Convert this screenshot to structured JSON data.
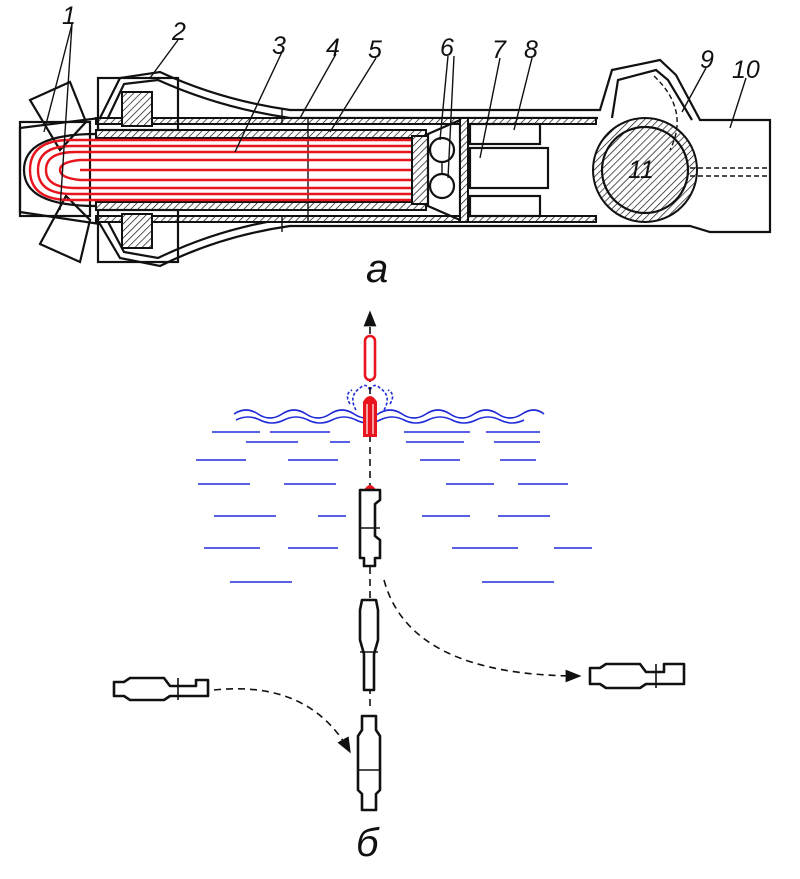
{
  "figure": {
    "subfigure_labels": [
      "а",
      "б"
    ],
    "callout_numbers": [
      "1",
      "2",
      "3",
      "4",
      "5",
      "6",
      "7",
      "8",
      "9",
      "10",
      "11"
    ]
  },
  "colors": {
    "outline": "#111111",
    "engine_highlight": "#e8141e",
    "water": "#1f2bd6"
  }
}
